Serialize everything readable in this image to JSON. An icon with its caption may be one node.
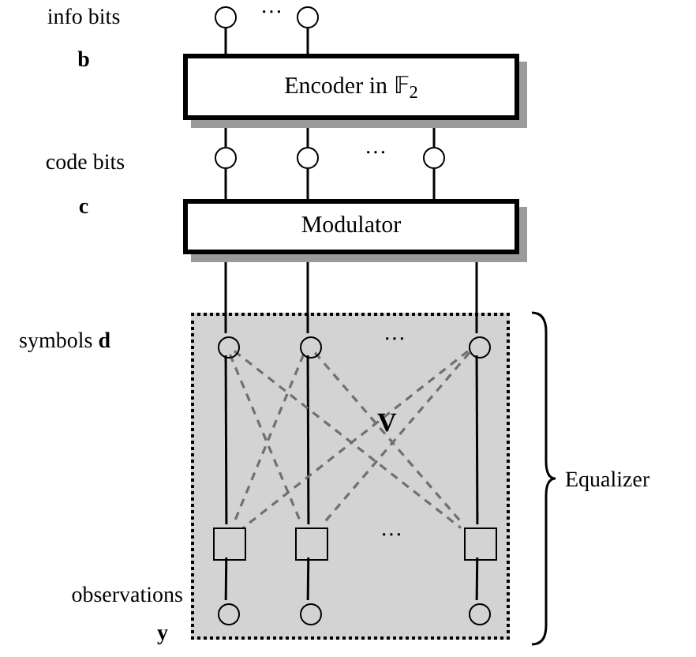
{
  "diagram": {
    "nodes": [
      {
        "text": [],
        "shape": "circle"
      },
      {
        "text": [],
        "shape": "circle"
      },
      {
        "text": [
          "Encoder in 𝔽$_{2}$"
        ]
      },
      {
        "text": [],
        "shape": "circle"
      },
      {
        "text": [],
        "shape": "circle"
      },
      {
        "text": [],
        "shape": "circle"
      },
      {
        "text": [
          "Modulator"
        ]
      },
      {
        "text": [
          "V"
        ],
        "beside": [
          "Equalizer"
        ]
      },
      {
        "text": [],
        "shape": "circle",
        "in": 7
      },
      {
        "text": [],
        "shape": "circle",
        "in": 7
      },
      {
        "text": [],
        "shape": "circle",
        "in": 7
      },
      {
        "text": [],
        "shape": "box",
        "in": 7
      },
      {
        "text": [],
        "shape": "box",
        "in": 7
      },
      {
        "text": [],
        "shape": "box",
        "in": 7
      },
      {
        "text": [],
        "shape": "circle",
        "in": 7
      },
      {
        "text": [],
        "shape": "circle",
        "in": 7
      },
      {
        "text": [],
        "shape": "circle",
        "in": 7
      }
    ],
    "edges": [
      {
        "from": 0,
        "to": 2,
        "arrow": "none"
      },
      {
        "from": 1,
        "to": 2,
        "arrow": "none"
      },
      {
        "from": 2,
        "to": 3,
        "arrow": "none"
      },
      {
        "from": 2,
        "to": 4,
        "arrow": "none"
      },
      {
        "from": 2,
        "to": 5,
        "arrow": "none"
      },
      {
        "from": 3,
        "to": 6,
        "arrow": "none"
      },
      {
        "from": 4,
        "to": 6,
        "arrow": "none"
      },
      {
        "from": 5,
        "to": 6,
        "arrow": "none"
      },
      {
        "from": 6,
        "to": 8,
        "arrow": "none"
      },
      {
        "from": 6,
        "to": 9,
        "arrow": "none"
      },
      {
        "from": 6,
        "to": 10,
        "arrow": "none"
      },
      {
        "from": 8,
        "to": 11,
        "arrow": "none"
      },
      {
        "from": 9,
        "to": 12,
        "arrow": "none"
      },
      {
        "from": 10,
        "to": 13,
        "arrow": "none"
      },
      {
        "from": 8,
        "to": 12,
        "arrow": "none",
        "style": "dashed",
        "color": "#707070"
      },
      {
        "from": 8,
        "to": 13,
        "arrow": "none",
        "style": "dashed",
        "color": "#707070"
      },
      {
        "from": 9,
        "to": 11,
        "arrow": "none",
        "style": "dashed",
        "color": "#707070"
      },
      {
        "from": 9,
        "to": 13,
        "arrow": "none",
        "style": "dashed",
        "color": "#707070"
      },
      {
        "from": 10,
        "to": 11,
        "arrow": "none",
        "style": "dashed",
        "color": "#707070"
      },
      {
        "from": 10,
        "to": 12,
        "arrow": "none",
        "style": "dashed",
        "color": "#707070"
      },
      {
        "from": 11,
        "to": 14,
        "arrow": "none"
      },
      {
        "from": 12,
        "to": 15,
        "arrow": "none"
      },
      {
        "from": 13,
        "to": 16,
        "arrow": "none"
      }
    ],
    "labels": [
      "info bits",
      "···",
      "**b**",
      "code bits",
      "···",
      "**c**",
      "symbols **d**",
      "···",
      "···",
      "observations",
      "**y**"
    ]
  }
}
